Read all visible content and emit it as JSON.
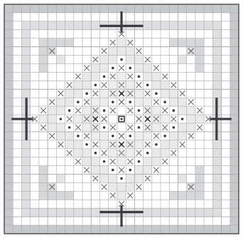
{
  "image": {
    "kind": "cross-stitch-chart",
    "grid": {
      "cols": 27,
      "rows": 27
    },
    "colors": {
      "background": "#ffffff",
      "grid_line": "#a9aaae",
      "frame": "#5b5e63",
      "stitch_dense": "#6c6f74",
      "stitch_light": "#9a9ca1",
      "accent": "#3a3c40",
      "top_strip": "#c8ccd5"
    }
  }
}
